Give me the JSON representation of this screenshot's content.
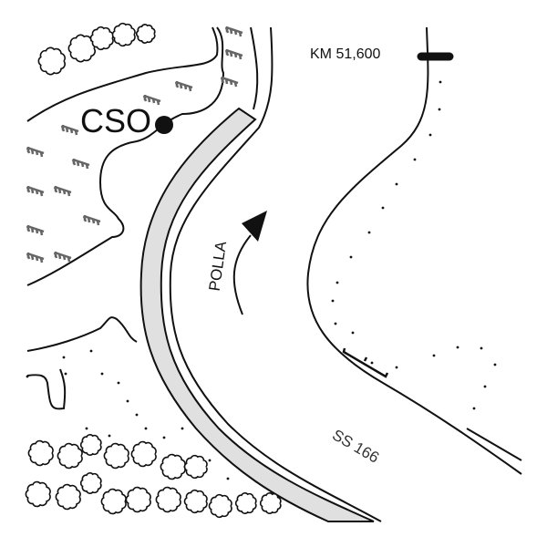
{
  "labels": {
    "site": "CSO",
    "kilometer_marker": "KM 51,600",
    "river": "POLLA",
    "road": "SS 166"
  },
  "colors": {
    "line": "#111111",
    "band_fill": "#e0e0e0",
    "vegetation": "#666666"
  },
  "icons": [
    "tree-icon",
    "grass-icon",
    "flow-arrow-icon",
    "site-marker-icon",
    "km-marker-icon"
  ]
}
